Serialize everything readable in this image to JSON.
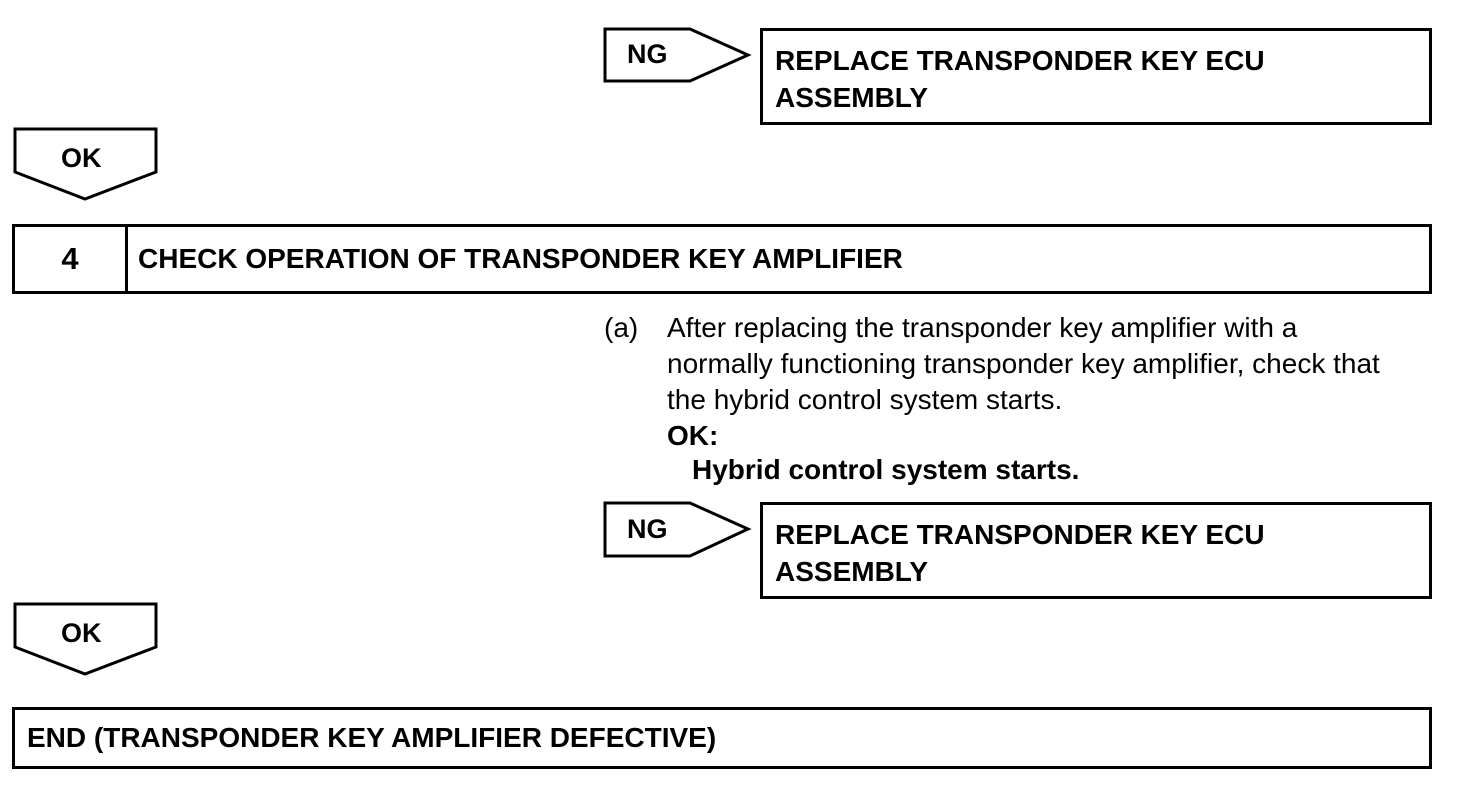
{
  "ng_branch_1": {
    "label": "NG",
    "result": "REPLACE TRANSPONDER KEY ECU\nASSEMBLY"
  },
  "ok_branch_1": {
    "label": "OK"
  },
  "step": {
    "number": "4",
    "title": "CHECK OPERATION OF TRANSPONDER KEY AMPLIFIER"
  },
  "instruction": {
    "marker": "(a)",
    "text": "After replacing the transponder key amplifier with a normally functioning transponder key amplifier, check that the hybrid control system starts.",
    "ok_heading": "OK:",
    "ok_condition": "Hybrid control system starts."
  },
  "ng_branch_2": {
    "label": "NG",
    "result": "REPLACE TRANSPONDER KEY ECU\nASSEMBLY"
  },
  "ok_branch_2": {
    "label": "OK"
  },
  "end": {
    "text": "END (TRANSPONDER KEY AMPLIFIER DEFECTIVE)"
  }
}
